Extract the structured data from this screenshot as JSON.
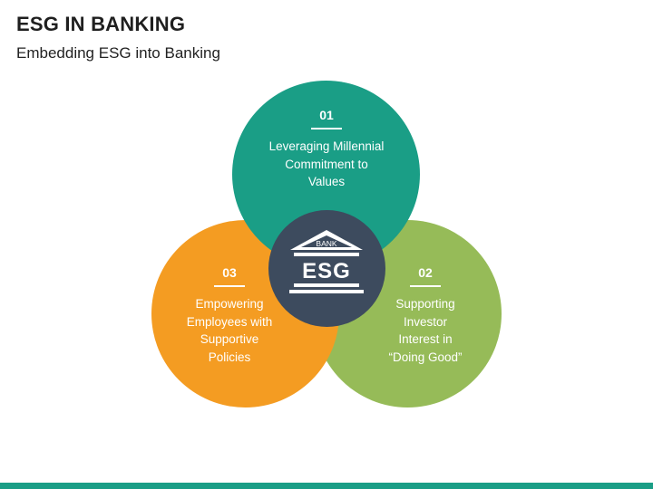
{
  "header": {
    "title": "ESG IN BANKING",
    "subtitle": "Embedding ESG into Banking"
  },
  "colors": {
    "teal": "#1a9e86",
    "green": "#96bb58",
    "orange": "#f49c22",
    "center": "#3d4b5e",
    "bottom_bar": "#1a9e86"
  },
  "center": {
    "icon": "bank-icon",
    "bank_label": "BANK",
    "esg_label": "ESG"
  },
  "items": [
    {
      "number": "01",
      "lines": [
        "Leveraging Millennial",
        "Commitment to",
        "Values"
      ]
    },
    {
      "number": "02",
      "lines": [
        "Supporting",
        "Investor",
        "Interest in",
        "“Doing Good”"
      ]
    },
    {
      "number": "03",
      "lines": [
        "Empowering",
        "Employees with",
        "Supportive",
        "Policies"
      ]
    }
  ]
}
